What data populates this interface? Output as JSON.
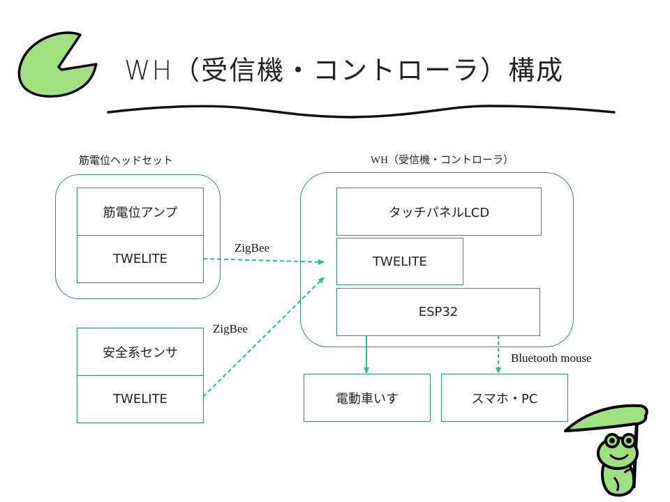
{
  "slide": {
    "title": "WH（受信機・コントローラ）構成"
  },
  "groups": {
    "headset": {
      "label": "筋電位ヘッドセット"
    },
    "wh": {
      "label": "WH（受信機・コントローラ）"
    }
  },
  "blocks": {
    "emg_amp": "筋電位アンプ",
    "headset_twelite": "TWELITE",
    "safety_sensor": "安全系センサ",
    "sensor_twelite": "TWELITE",
    "touch_lcd": "タッチパネルLCD",
    "wh_twelite": "TWELITE",
    "esp32": "ESP32",
    "wheelchair": "電動車いす",
    "phone_pc": "スマホ・PC"
  },
  "connections": {
    "zigbee_1": "ZigBee",
    "zigbee_2": "ZigBee",
    "bluetooth": "Bluetooth mouse"
  },
  "colors": {
    "accent": "#2e8b7a",
    "arrow": "#1fbf96",
    "leaf": "#9fe07f"
  },
  "icons": {
    "decoration_top": "lily-pad-icon",
    "decoration_bottom": "frog-with-leaf-umbrella-icon"
  }
}
